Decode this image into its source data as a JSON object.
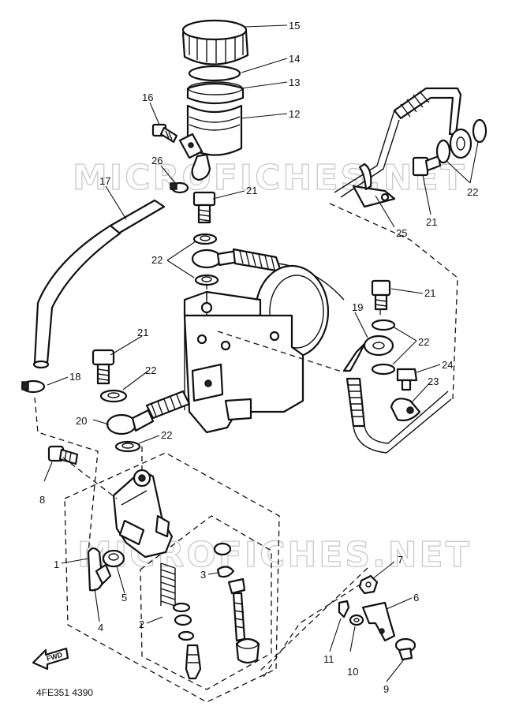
{
  "watermarks": [
    "MICROFICHES.NET",
    "MICROFICHES.NET"
  ],
  "callouts": {
    "c1": "1",
    "c2": "2",
    "c3": "3",
    "c4": "4",
    "c5": "5",
    "c6": "6",
    "c7": "7",
    "c8": "8",
    "c9": "9",
    "c10": "10",
    "c11": "11",
    "c12": "12",
    "c13": "13",
    "c14": "14",
    "c15": "15",
    "c16": "16",
    "c17": "17",
    "c18": "18",
    "c19": "19",
    "c20": "20",
    "c21a": "21",
    "c21b": "21",
    "c21c": "21",
    "c21d": "21",
    "c22a": "22",
    "c22b": "22",
    "c22c": "22",
    "c22d": "22",
    "c22e": "22",
    "c23": "23",
    "c24": "24",
    "c25": "25",
    "c26": "26"
  },
  "fwd_label": "FWD",
  "drawing_code": "4FE351 4390"
}
